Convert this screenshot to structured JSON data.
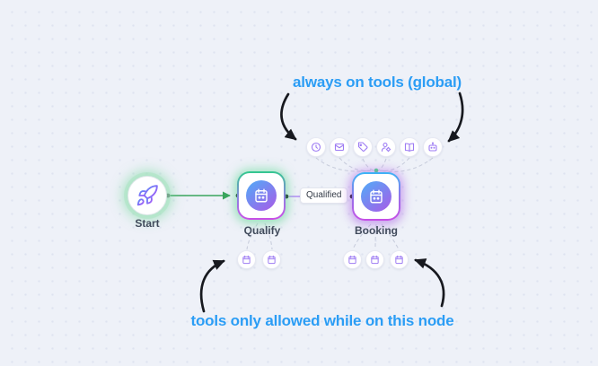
{
  "annotations": {
    "top_label": "always on tools (global)",
    "bottom_label": "tools only allowed while on this node"
  },
  "global_tools": {
    "icons": [
      "clock-icon",
      "mail-icon",
      "tag-icon",
      "user-gear-icon",
      "book-open-icon",
      "bot-icon"
    ]
  },
  "nodes": {
    "start": {
      "label": "Start",
      "icon": "rocket-icon"
    },
    "qualify": {
      "label": "Qualify",
      "icon": "calendar-icon",
      "tool_icons": [
        "calendar-icon",
        "calendar-icon"
      ]
    },
    "booking": {
      "label": "Booking",
      "icon": "calendar-icon",
      "tool_icons": [
        "calendar-icon",
        "calendar-icon",
        "calendar-icon"
      ]
    }
  },
  "edges": {
    "start_to_qualify": {
      "color": "#3aa55d"
    },
    "qualify_to_booking": {
      "label": "Qualified",
      "color": "#8a57ee"
    }
  },
  "colors": {
    "background": "#eef1f8",
    "grid_dot": "#dfe3f0",
    "annotation_text": "#2b9df5",
    "tool_icon_purple": "#9d7bf3",
    "dashed_connector": "#c9cedd",
    "sketch_arrow": "#17191f",
    "badge_gradient_start": "#54a8f7",
    "badge_gradient_end": "#a55ee8",
    "qualify_border_top": "#2fca8c",
    "qualify_border_bottom": "#cd4be6",
    "booking_border_top": "#38b6f6",
    "booking_border_bottom": "#c84ce6"
  }
}
